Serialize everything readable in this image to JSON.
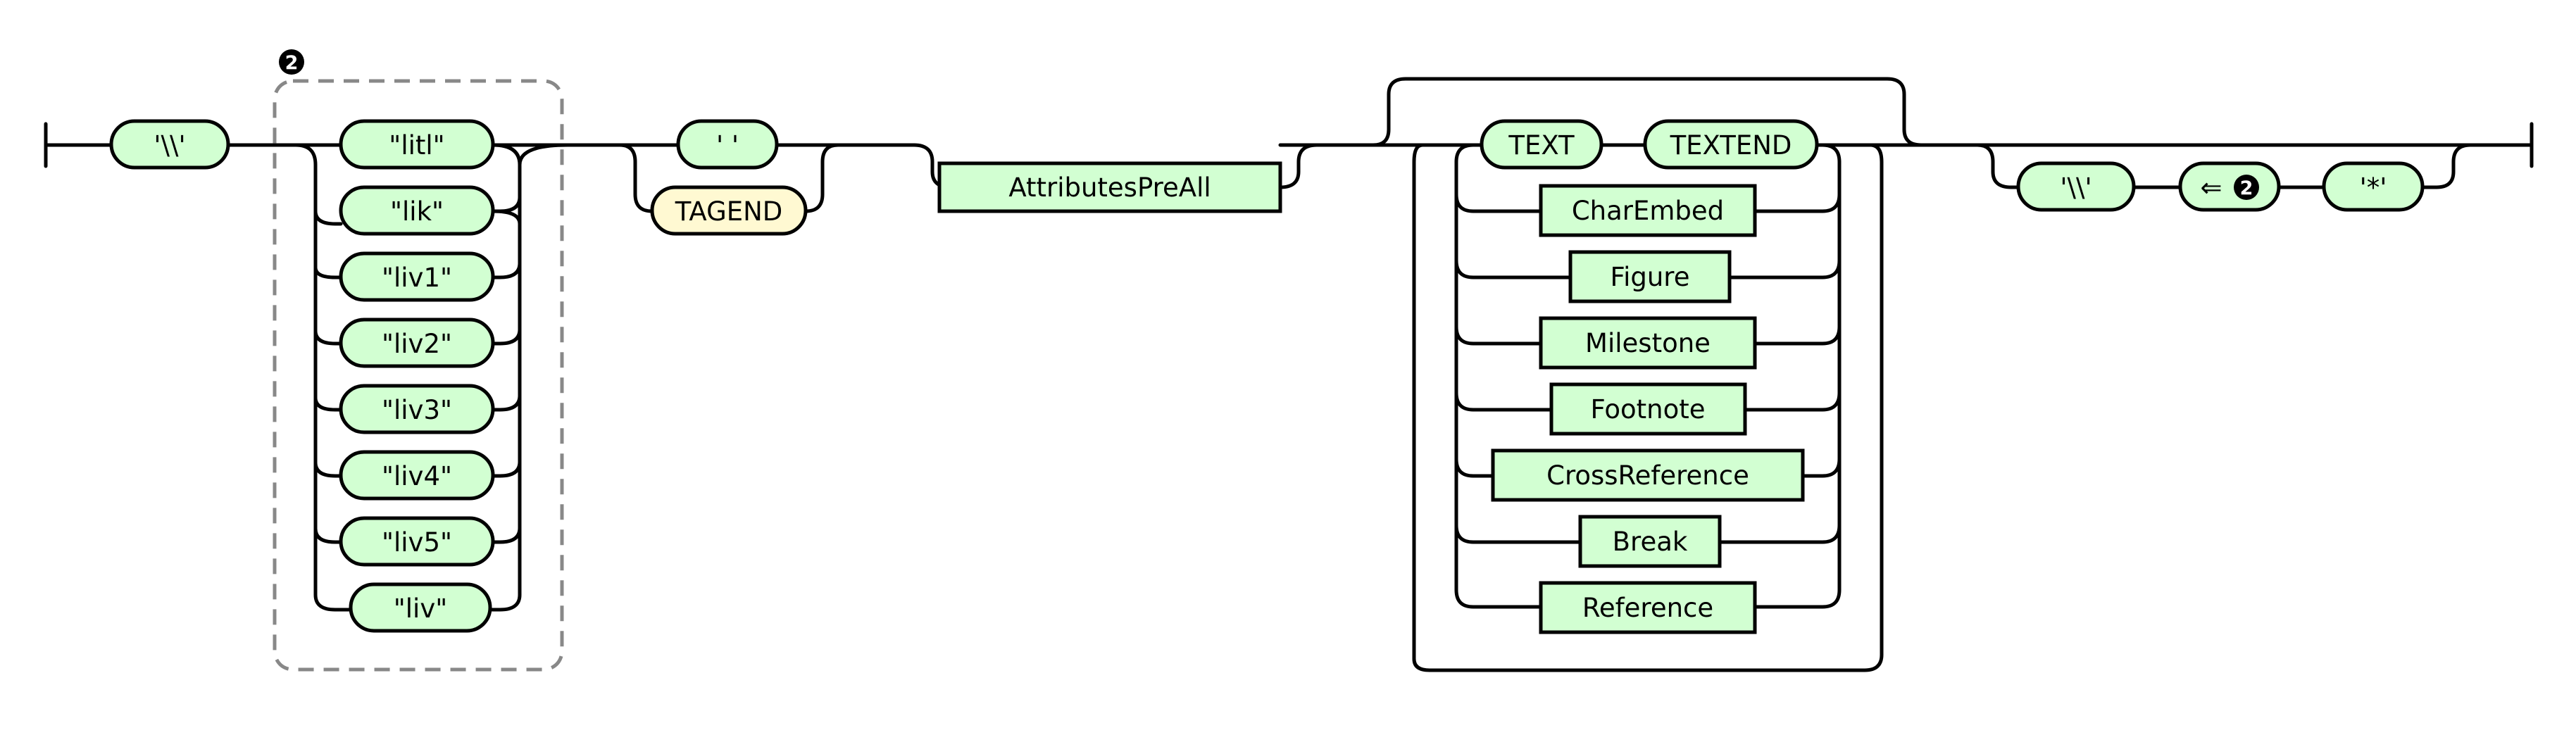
{
  "group_badge": "2",
  "start_terminal": "'\\\\'",
  "tag_alternatives": [
    "\"litl\"",
    "\"lik\"",
    "\"liv1\"",
    "\"liv2\"",
    "\"liv3\"",
    "\"liv4\"",
    "\"liv5\"",
    "\"liv\""
  ],
  "space_terminal": "' '",
  "tagend": "TAGEND",
  "attributes": "AttributesPreAll",
  "text": "TEXT",
  "textend": "TEXTEND",
  "content_alternatives": [
    "CharEmbed",
    "Figure",
    "Milestone",
    "Footnote",
    "CrossReference",
    "Break",
    "Reference"
  ],
  "end_backslash": "'\\\\'",
  "backref_arrow": "⇐",
  "backref_badge": "2",
  "end_star": "'*'"
}
